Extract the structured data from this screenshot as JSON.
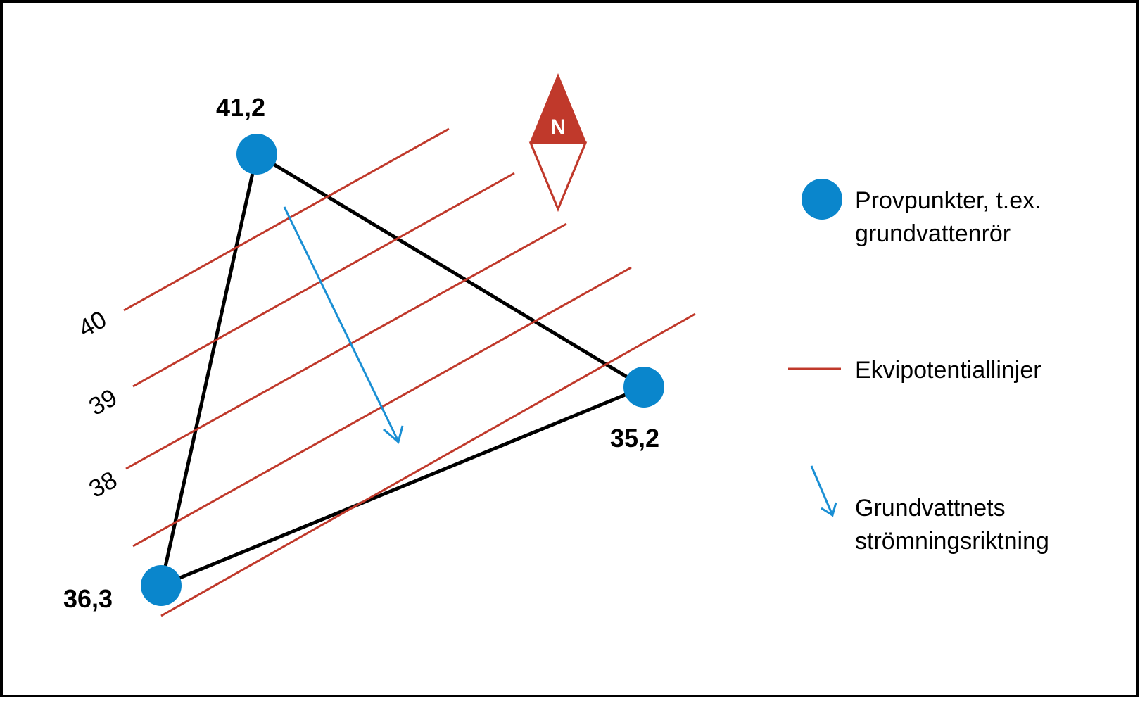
{
  "colors": {
    "frame": "#000000",
    "triangle": "#000000",
    "point": "#0a86cc",
    "equipotential": "#c0392b",
    "flow_arrow": "#1a8fd4",
    "north_red": "#c0392b"
  },
  "sample_points": [
    {
      "label": "41,2"
    },
    {
      "label": "35,2"
    },
    {
      "label": "36,3"
    }
  ],
  "contour_labels": [
    "40",
    "39",
    "38"
  ],
  "compass": {
    "letter": "N"
  },
  "legend": {
    "points_line1": "Provpunkter, t.ex.",
    "points_line2": "grundvattenrör",
    "equipotential": "Ekvipotentiallinjer",
    "flow_line1": "Grundvattnets",
    "flow_line2": "strömningsriktning"
  }
}
